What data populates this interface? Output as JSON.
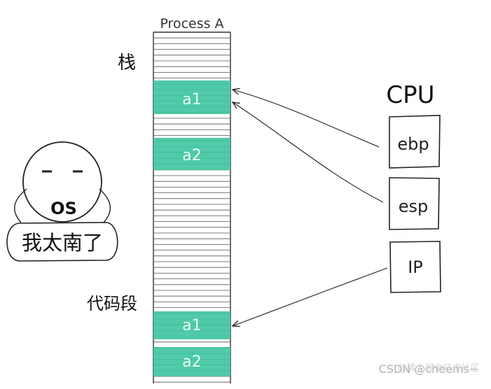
{
  "process": {
    "title": "Process A"
  },
  "labels": {
    "stack": "栈",
    "code": "代码段"
  },
  "blocks": {
    "stack_a1": "a1",
    "stack_a2": "a2",
    "code_a1": "a1",
    "code_a2": "a2"
  },
  "cpu": {
    "title": "CPU",
    "registers": [
      "ebp",
      "esp",
      "IP"
    ]
  },
  "os": {
    "face_text": "OS",
    "speech": "我太南了"
  },
  "watermark": "CSDN @cheems~",
  "watermark_sub": "@稀土掘金技术社区",
  "colors": {
    "highlight": "#3dc49f",
    "stroke": "#222222"
  }
}
